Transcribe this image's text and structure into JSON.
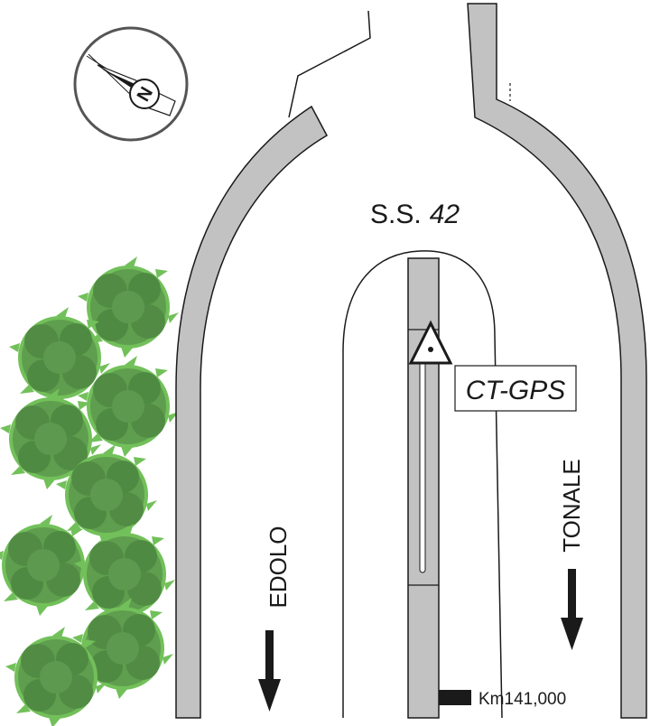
{
  "road": {
    "name_prefix": "S.S.",
    "name_number": "42"
  },
  "station": {
    "label": "CT-GPS"
  },
  "directions": {
    "left": "EDOLO",
    "right": "TONALE"
  },
  "kilometer_marker": {
    "label": "Km141,000"
  },
  "compass": {
    "north_letter": "N"
  },
  "colors": {
    "road_fill": "#c2c2c2",
    "outline": "#1a1a1a",
    "tree_dark": "#3f8a33",
    "tree_light": "#72c05a",
    "compass_ring": "#555555"
  },
  "icons": {
    "compass": "compass-icon",
    "station": "triangle-benchmark-icon",
    "arrow": "arrow-down-icon"
  }
}
